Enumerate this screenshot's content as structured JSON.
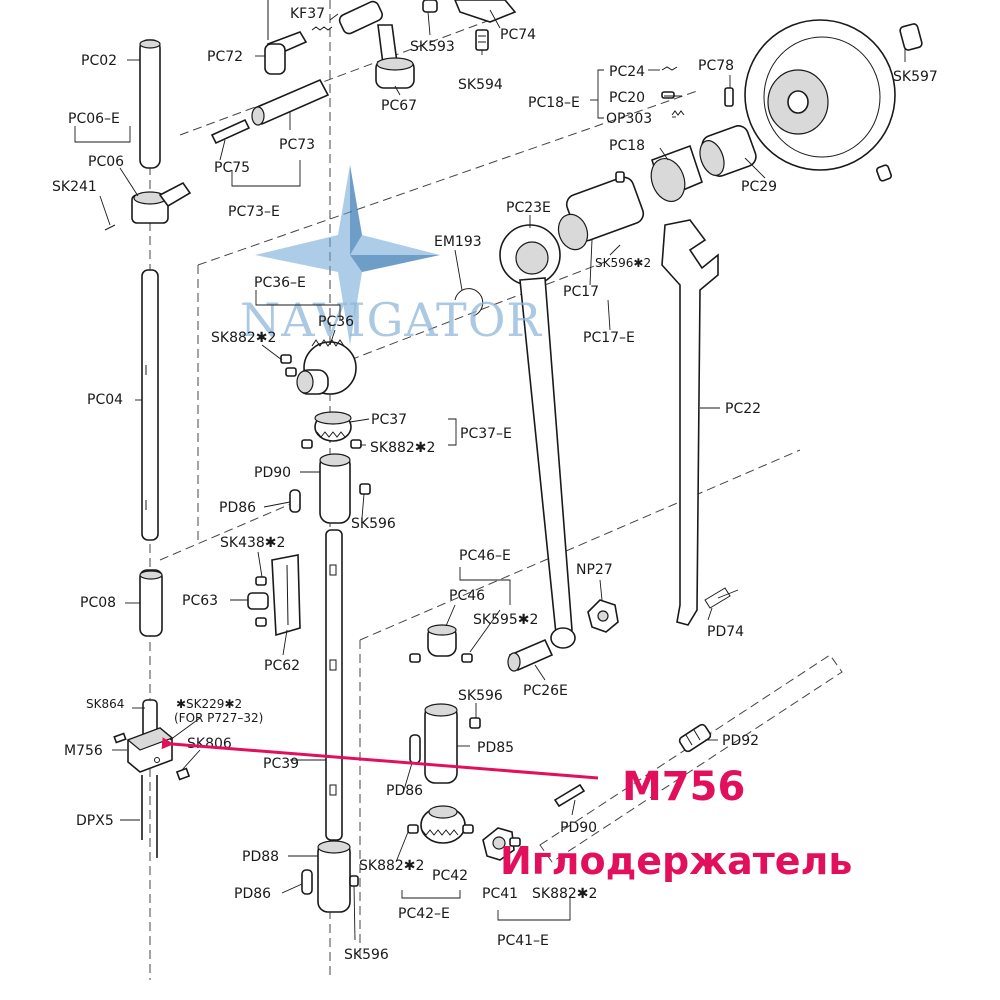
{
  "watermark": {
    "text": "NAVIGATOR",
    "color": "#8fb7d9"
  },
  "callout": {
    "code": "M756",
    "name": "Иглодержатель",
    "color": "#e2105c"
  },
  "labels": {
    "KF37": "KF37",
    "SK593": "SK593",
    "PC74": "PC74",
    "PC72": "PC72",
    "SK594": "SK594",
    "PC02": "PC02",
    "PC67": "PC67",
    "PC24": "PC24",
    "PC78": "PC78",
    "SK597": "SK597",
    "PC06E": "PC06–E",
    "PC73": "PC73",
    "PC18E": "PC18–E",
    "PC20": "PC20",
    "OP303": "OP303",
    "PC06": "PC06",
    "PC18": "PC18",
    "SK241": "SK241",
    "PC75": "PC75",
    "PC29": "PC29",
    "PC73E": "PC73–E",
    "PC23E": "PC23E",
    "EM193": "EM193",
    "SK596x2_top": "SK596✱2",
    "PC36E": "PC36–E",
    "PC17": "PC17",
    "SK882x2_a": "SK882✱2",
    "PC36": "PC36",
    "PC17E": "PC17–E",
    "PC04": "PC04",
    "PC22": "PC22",
    "PC37": "PC37",
    "SK882x2_b": "SK882✱2",
    "PC37E": "PC37–E",
    "PD90_top": "PD90",
    "PD86_a": "PD86",
    "SK596_a": "SK596",
    "SK438x2": "SK438✱2",
    "PC46E": "PC46–E",
    "NP27": "NP27",
    "PC08": "PC08",
    "PC63": "PC63",
    "PC46": "PC46",
    "SK595x2": "SK595✱2",
    "PD74": "PD74",
    "PC62": "PC62",
    "PC26E": "PC26E",
    "SK864": "SK864",
    "SK229x2": "✱SK229✱2",
    "SK229note": "(FOR   P727–32)",
    "SK596_b": "SK596",
    "M756": "M756",
    "SK806": "SK806",
    "PD85": "PD85",
    "PD92": "PD92",
    "PC39": "PC39",
    "PD86_b": "PD86",
    "DPX5": "DPX5",
    "PD90_bottom": "PD90",
    "PD88": "PD88",
    "SK882x2_c": "SK882✱2",
    "PC42": "PC42",
    "PD86_c": "PD86",
    "PC41": "PC41",
    "SK882x2_d": "SK882✱2",
    "PC42E": "PC42–E",
    "PC41E": "PC41–E",
    "SK596_c": "SK596"
  }
}
